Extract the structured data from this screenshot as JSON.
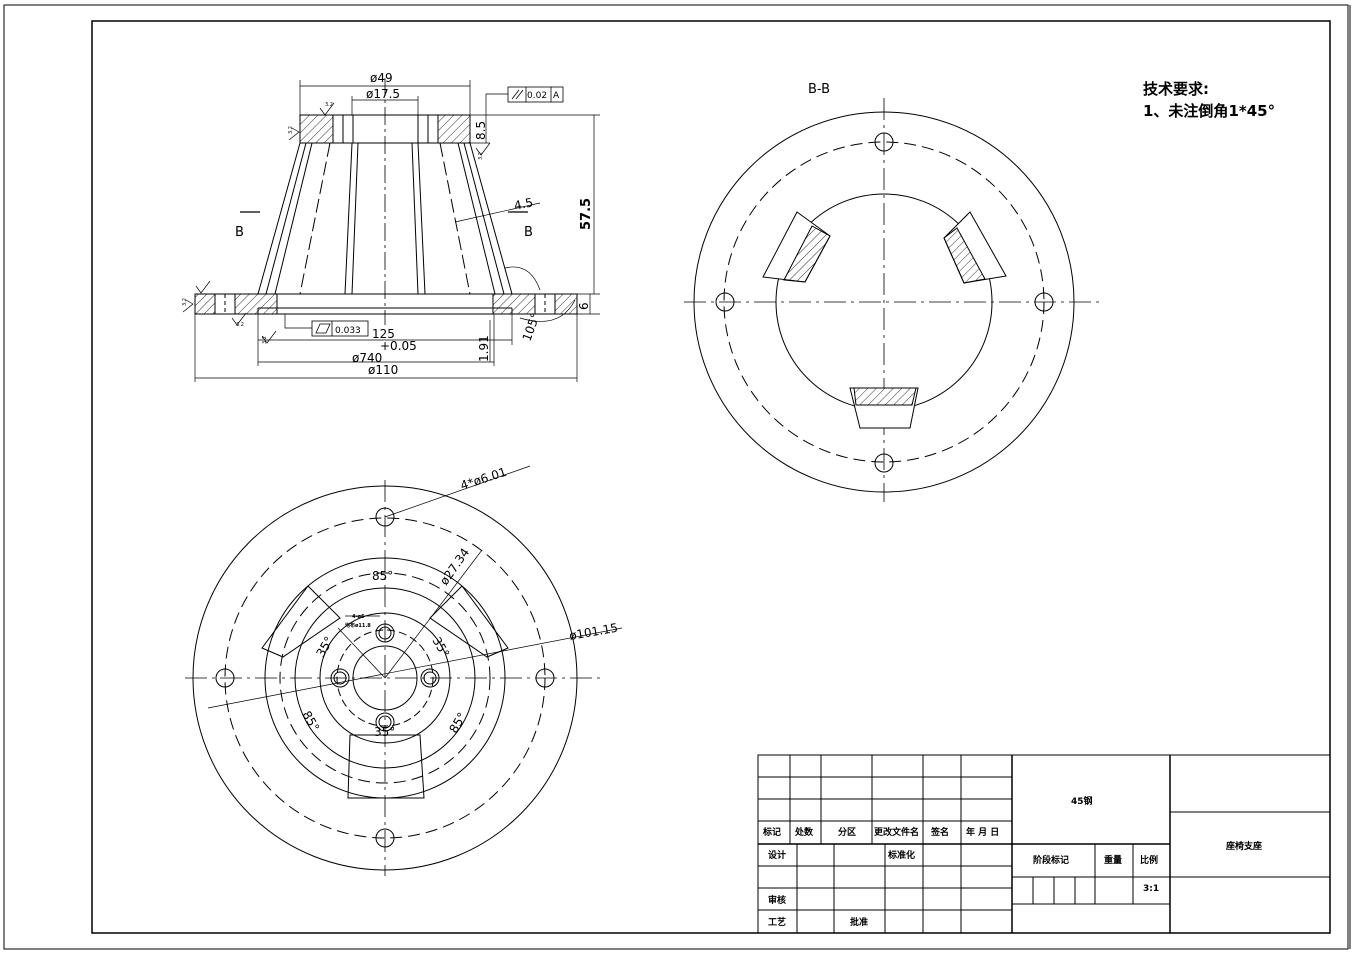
{
  "tech_requirements": {
    "title": "技术要求:",
    "item1": "1、未注倒角1*45°"
  },
  "section_view": {
    "label": "B-B"
  },
  "front_view": {
    "dims": {
      "d49": "ø49",
      "d17_5": "ø17.5",
      "h8_5": "8.5",
      "h57_5": "57.5",
      "t4_5": "4.5",
      "h6": "6",
      "r125": "125",
      "tol": "+0.05",
      "v1_91": "1.91",
      "ang105": "105°",
      "d40": "ø740",
      "d110": "ø110"
    },
    "gdt_parallel": {
      "value": "0.02",
      "datum": "A"
    },
    "gdt_flat": {
      "value": "0.033"
    },
    "section_mark_left": "B",
    "section_mark_right": "B",
    "roughness": [
      "3.2",
      "3.2",
      "3.2",
      "3.2",
      "3.2",
      "3.2"
    ]
  },
  "top_view": {
    "dims": {
      "holes": "4*ø6.01",
      "d27_34": "ø27.34",
      "d101_15": "ø101.15",
      "a85_top": "85°",
      "a85_left": "85°",
      "a85_right": "85°",
      "a35_left": "35°",
      "a35_right": "35°",
      "a35_bottom": "35°",
      "small_holes": "4-ø6",
      "small_note": "均布ø11.8"
    }
  },
  "title_block": {
    "material": "45钢",
    "part_name": "座椅支座",
    "headers": [
      "标记",
      "处数",
      "分区",
      "更改文件名",
      "签名",
      "年 月 日"
    ],
    "design": "设计",
    "standardize": "标准化",
    "stage_mark": "阶段标记",
    "weight": "重量",
    "scale_label": "比例",
    "scale": "3:1",
    "review": "审核",
    "process": "工艺",
    "approve": "批准"
  }
}
